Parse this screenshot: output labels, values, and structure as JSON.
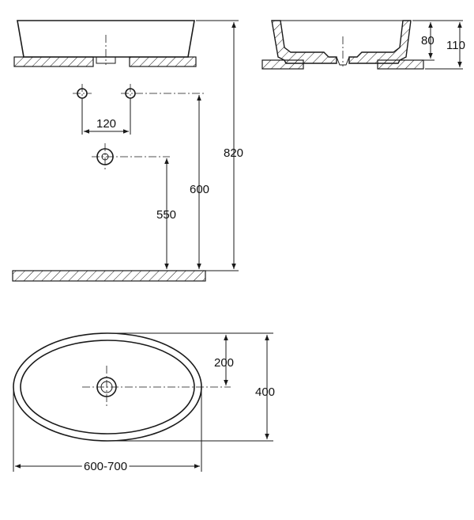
{
  "dimensions": {
    "hole_spacing": "120",
    "tap_height_upper": "600",
    "tap_height_lower": "550",
    "overall_height": "820",
    "bowl_depth_inner": "80",
    "bowl_height": "110",
    "bowl_half_width": "200",
    "bowl_width": "400",
    "bowl_length": "600-700"
  }
}
